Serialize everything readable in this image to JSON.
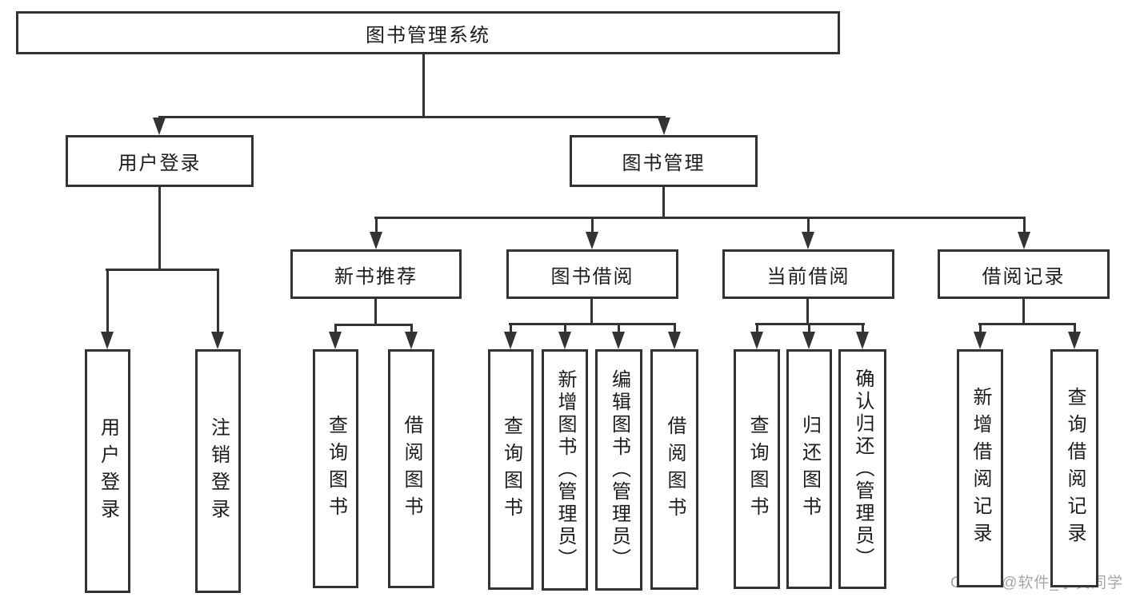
{
  "diagram": {
    "title": "图书管理系统",
    "type": "hierarchy-tree",
    "colors": {
      "background": "#ffffff",
      "line": "#333333",
      "text": "#1c1c1c",
      "watermark": "#a6a6a6"
    },
    "nodes": {
      "root": {
        "label": "图书管理系统"
      },
      "user_login": {
        "label": "用户登录"
      },
      "book_management": {
        "label": "图书管理"
      },
      "new_book_recommend": {
        "label": "新书推荐"
      },
      "book_borrowing": {
        "label": "图书借阅"
      },
      "current_borrowing": {
        "label": "当前借阅"
      },
      "borrowing_records": {
        "label": "借阅记录"
      },
      "user_login_action": {
        "label": "用户登录"
      },
      "logout_action": {
        "label": "注销登录"
      },
      "nb_query_books": {
        "label": "查询图书"
      },
      "nb_borrow_books": {
        "label": "借阅图书"
      },
      "bb_query_books": {
        "label": "查询图书"
      },
      "bb_add_books": {
        "label": "新增图书（管理员）"
      },
      "bb_edit_books": {
        "label": "编辑图书（管理员）"
      },
      "bb_borrow_books": {
        "label": "借阅图书"
      },
      "cb_query_books": {
        "label": "查询图书"
      },
      "cb_return_books": {
        "label": "归还图书"
      },
      "cb_confirm_return": {
        "label": "确认归还（管理员）"
      },
      "br_add_record": {
        "label": "新增借阅记录"
      },
      "br_query_record": {
        "label": "查询借阅记录"
      }
    },
    "hierarchy": {
      "root": [
        "user_login",
        "book_management"
      ],
      "user_login": [
        "user_login_action",
        "logout_action"
      ],
      "book_management": [
        "new_book_recommend",
        "book_borrowing",
        "current_borrowing",
        "borrowing_records"
      ],
      "new_book_recommend": [
        "nb_query_books",
        "nb_borrow_books"
      ],
      "book_borrowing": [
        "bb_query_books",
        "bb_add_books",
        "bb_edit_books",
        "bb_borrow_books"
      ],
      "current_borrowing": [
        "cb_query_books",
        "cb_return_books",
        "cb_confirm_return"
      ],
      "borrowing_records": [
        "br_add_record",
        "br_query_record"
      ]
    },
    "watermark": {
      "text": "CSDN @软件_小贺同学"
    }
  }
}
